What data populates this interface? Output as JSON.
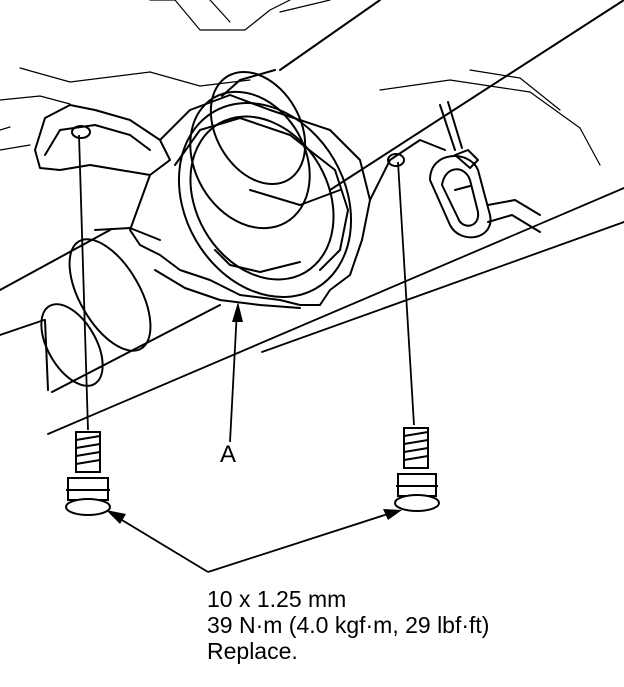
{
  "callout": {
    "label": "A"
  },
  "bolt_spec": {
    "size": "10 x 1.25 mm",
    "torque": "39 N·m (4.0 kgf·m, 29 lbf·ft)",
    "note": "Replace."
  },
  "colors": {
    "line": "#000000",
    "background": "#ffffff"
  }
}
